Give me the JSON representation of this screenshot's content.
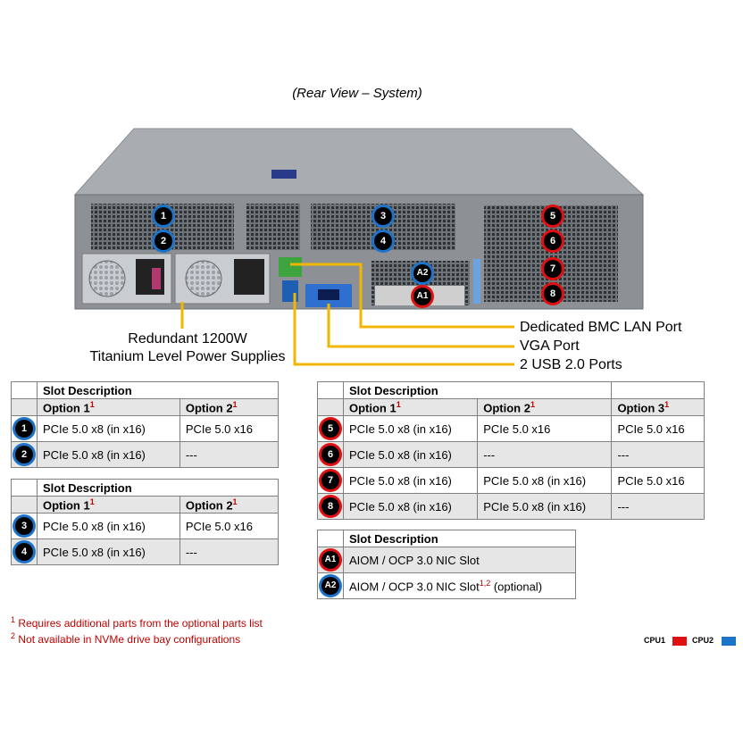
{
  "title": "(Rear View – System)",
  "callouts": {
    "bmc": "Dedicated BMC LAN Port",
    "vga": "VGA Port",
    "usb": "2 USB 2.0 Ports",
    "psu": "Redundant  1200W\nTitanium  Level  Power Supplies"
  },
  "chassis_badges": [
    "1",
    "2",
    "3",
    "4",
    "5",
    "6",
    "7",
    "8",
    "A2",
    "A1"
  ],
  "colors": {
    "cpu1": "#e01010",
    "cpu2": "#1b74c9",
    "callout_line": "#f2b600"
  },
  "table1": {
    "header": "Slot Description",
    "col1": "Option 1",
    "col2": "Option 2",
    "rows": [
      {
        "badge": "1",
        "c1": "PCIe  5.0 x8 (in x16)",
        "c2": "PCIe  5.0 x16"
      },
      {
        "badge": "2",
        "c1": "PCIe  5.0 x8 (in x16)",
        "c2": "---"
      }
    ]
  },
  "table2": {
    "header": "Slot Description",
    "col1": "Option 1",
    "col2": "Option 2",
    "rows": [
      {
        "badge": "3",
        "c1": "PCIe  5.0 x8 (in x16)",
        "c2": "PCIe  5.0 x16"
      },
      {
        "badge": "4",
        "c1": "PCIe  5.0 x8 (in x16)",
        "c2": "---"
      }
    ]
  },
  "table3": {
    "header": "Slot Description",
    "col1": "Option 1",
    "col2": "Option 2",
    "col3": "Option 3",
    "rows": [
      {
        "badge": "5",
        "c1": "PCIe  5.0 x8 (in x16)",
        "c2": "PCIe  5.0 x16",
        "c3": "PCIe  5.0 x16"
      },
      {
        "badge": "6",
        "c1": "PCIe  5.0 x8 (in x16)",
        "c2": "---",
        "c3": "---"
      },
      {
        "badge": "7",
        "c1": "PCIe  5.0 x8 (in x16)",
        "c2": "PCIe  5.0 x8 (in x16)",
        "c3": "PCIe  5.0 x16"
      },
      {
        "badge": "8",
        "c1": "PCIe  5.0 x8 (in x16)",
        "c2": "PCIe  5.0 x8 (in x16)",
        "c3": "---"
      }
    ]
  },
  "table4": {
    "header": "Slot Description",
    "rows": [
      {
        "badge": "A1",
        "c1": "AIOM  /  OCP  3.0  NIC  Slot",
        "sup": "",
        "suffix": ""
      },
      {
        "badge": "A2",
        "c1": "AIOM  /  OCP  3.0  NIC  Slot",
        "sup": "1,2",
        "suffix": " (optional)"
      }
    ]
  },
  "footnotes": {
    "n1_mark": "1",
    "n1": " Requires additional parts from the optional parts list",
    "n2_mark": "2",
    "n2": " Not available in NVMe  drive bay configurations"
  },
  "legend": {
    "cpu1": "CPU1",
    "cpu2": "CPU2"
  }
}
